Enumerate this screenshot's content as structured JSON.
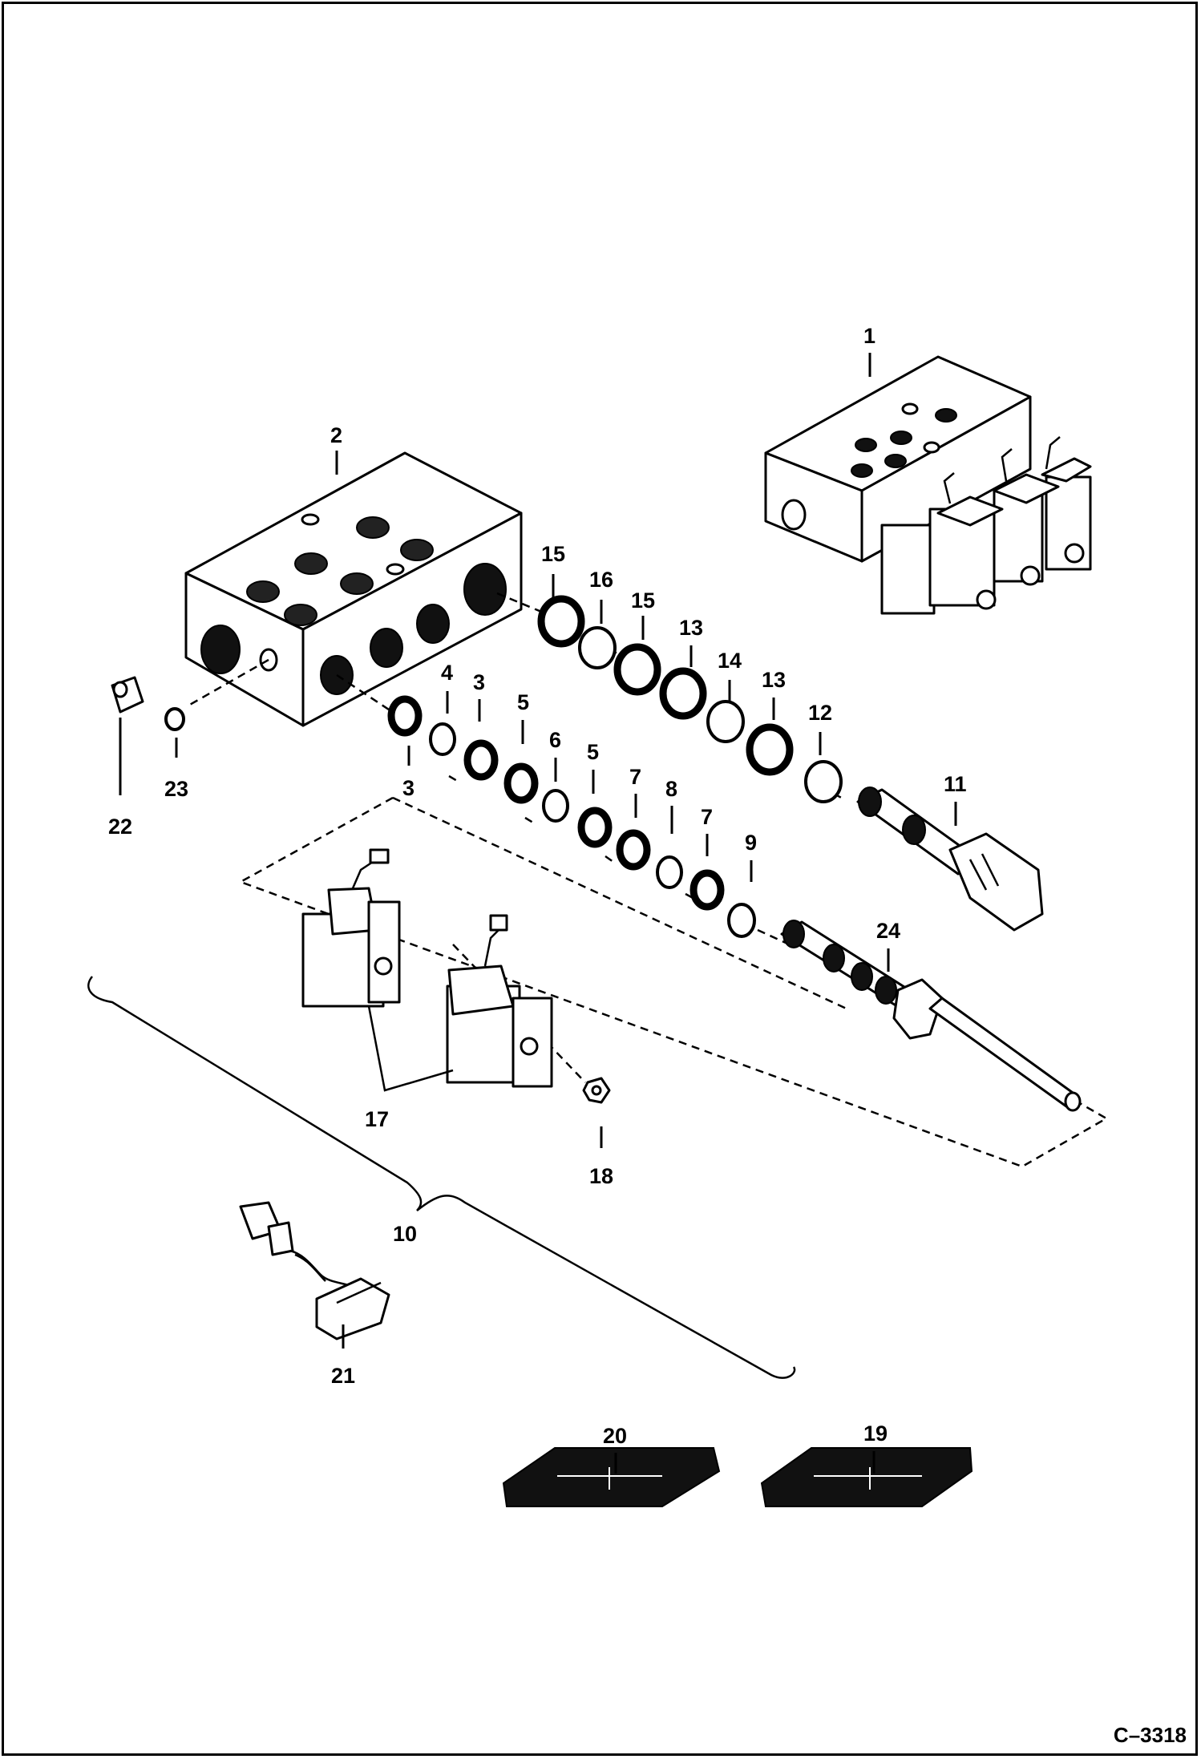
{
  "figure_code": "C–3318",
  "callouts": {
    "c1": "1",
    "c2": "2",
    "c3a": "3",
    "c3b": "3",
    "c4": "4",
    "c5a": "5",
    "c5b": "5",
    "c6": "6",
    "c7a": "7",
    "c7b": "7",
    "c8": "8",
    "c9": "9",
    "c10": "10",
    "c11": "11",
    "c12": "12",
    "c13a": "13",
    "c13b": "13",
    "c14": "14",
    "c15a": "15",
    "c15b": "15",
    "c16": "16",
    "c17": "17",
    "c18": "18",
    "c19": "19",
    "c20": "20",
    "c21": "21",
    "c22": "22",
    "c23": "23",
    "c24": "24"
  }
}
